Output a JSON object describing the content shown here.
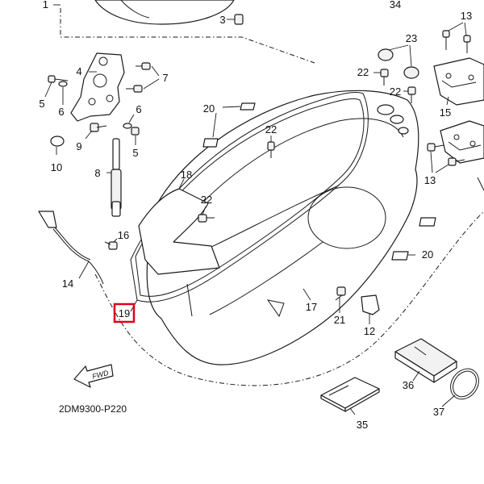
{
  "diagram": {
    "code": "2DM9300-P220",
    "fwd_label": "FWD",
    "highlight_color": "#e0001b",
    "callouts": [
      {
        "id": "1",
        "label": "1"
      },
      {
        "id": "34",
        "label": "34"
      },
      {
        "id": "3",
        "label": "3"
      },
      {
        "id": "13a",
        "label": "13"
      },
      {
        "id": "23",
        "label": "23"
      },
      {
        "id": "22a",
        "label": "22"
      },
      {
        "id": "22b",
        "label": "22"
      },
      {
        "id": "4",
        "label": "4"
      },
      {
        "id": "7",
        "label": "7"
      },
      {
        "id": "5a",
        "label": "5"
      },
      {
        "id": "6a",
        "label": "6"
      },
      {
        "id": "6b",
        "label": "6"
      },
      {
        "id": "20a",
        "label": "20"
      },
      {
        "id": "15",
        "label": "15"
      },
      {
        "id": "22c",
        "label": "22"
      },
      {
        "id": "9",
        "label": "9"
      },
      {
        "id": "5b",
        "label": "5"
      },
      {
        "id": "10",
        "label": "10"
      },
      {
        "id": "13b",
        "label": "13"
      },
      {
        "id": "8",
        "label": "8"
      },
      {
        "id": "18",
        "label": "18"
      },
      {
        "id": "22d",
        "label": "22"
      },
      {
        "id": "16",
        "label": "16"
      },
      {
        "id": "20b",
        "label": "20"
      },
      {
        "id": "14",
        "label": "14"
      },
      {
        "id": "17",
        "label": "17"
      },
      {
        "id": "19",
        "label": "19"
      },
      {
        "id": "21",
        "label": "21"
      },
      {
        "id": "12",
        "label": "12"
      },
      {
        "id": "36",
        "label": "36"
      },
      {
        "id": "37",
        "label": "37"
      },
      {
        "id": "35",
        "label": "35"
      }
    ]
  }
}
